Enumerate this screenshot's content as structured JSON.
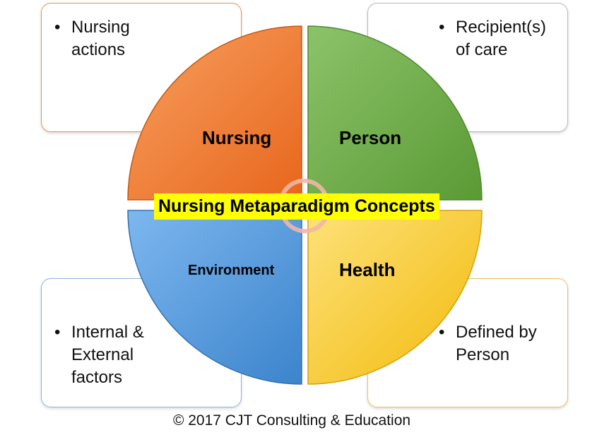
{
  "boxes": {
    "top_left": "Nursing\nactions",
    "top_right": "Recipient(s)\nof care",
    "bottom_left": "Internal &\nExternal\nfactors",
    "bottom_right": "Defined by\nPerson"
  },
  "quadrants": {
    "nursing": "Nursing",
    "person": "Person",
    "environment": "Environment",
    "health": "Health"
  },
  "center_title": "Nursing Metaparadigm Concepts",
  "copyright": "© 2017 CJT Consulting & Education",
  "colors": {
    "nursing": "#f07a2e",
    "person": "#6aa843",
    "environment": "#4f95d8",
    "health": "#f7c51a",
    "title_highlight": "#ffff00"
  }
}
